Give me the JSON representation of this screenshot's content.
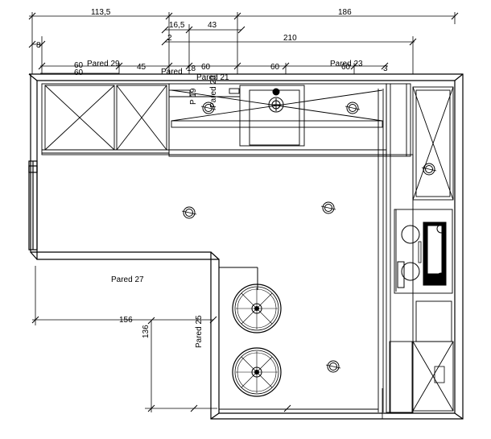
{
  "dimensions": {
    "d113_5": "113,5",
    "d186": "186",
    "d16_5": "16,5",
    "d43": "43",
    "d2": "2",
    "d210": "210",
    "d8": "8",
    "d60_a": "60",
    "d60_b": "60",
    "d45": "45",
    "d18": "18",
    "d60_c": "60",
    "d60_d": "60",
    "d60_e": "60",
    "d156": "156",
    "d136": "136",
    "d3": "3"
  },
  "walls": {
    "pared29": "Pared 29",
    "pared23": "Pared 23",
    "pared21": "Pared 21",
    "pared20": "Pared 20",
    "pared27": "Pared 27",
    "pared25": "Pared 25",
    "p19": "P 19"
  },
  "icons": {
    "light": "ceiling-light-icon",
    "sink": "sink-icon",
    "hob": "cooktop-icon",
    "fan": "ceiling-fan-icon"
  }
}
